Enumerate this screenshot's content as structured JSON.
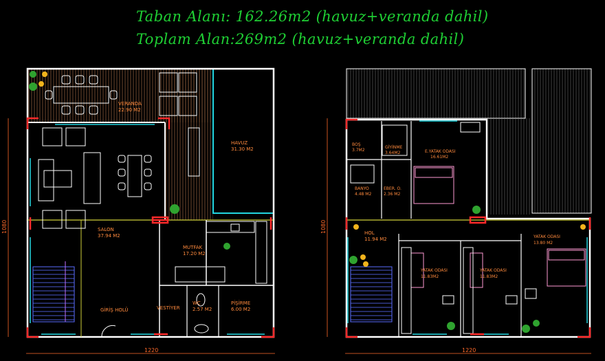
{
  "header": {
    "line1": "Taban Alanı: 162.26m2 (havuz+veranda dahil)",
    "line2": "Toplam Alan:269m2 (havuz+veranda dahil)"
  },
  "ground_floor": {
    "rooms": [
      {
        "name": "VERANDA",
        "area": "22.90 M2"
      },
      {
        "name": "HAVUZ",
        "area": "31.30 M2"
      },
      {
        "name": "SALON",
        "area": "37.94 M2"
      },
      {
        "name": "MUTFAK",
        "area": "17.20 M2"
      },
      {
        "name": "GİRİŞ HOLÜ",
        "area": ""
      },
      {
        "name": "VESTİYER",
        "area": ""
      },
      {
        "name": "WC",
        "area": "2.57 M2"
      },
      {
        "name": "PİŞİRME",
        "area": "6.00 M2"
      }
    ],
    "dim_width": "1220",
    "dim_height": "1080"
  },
  "upper_floor": {
    "rooms": [
      {
        "name": "BOŞ",
        "area": "3.7M2"
      },
      {
        "name": "GİYİNME",
        "area": "3.64M2"
      },
      {
        "name": "E.YATAK ODASI",
        "area": "16.61M2"
      },
      {
        "name": "BANYO",
        "area": "4.48 M2"
      },
      {
        "name": "EBER. O.",
        "area": "2.36 M2"
      },
      {
        "name": "HOL",
        "area": "11.94 M2"
      },
      {
        "name": "YATAK ODASI",
        "area": "11.83M2"
      },
      {
        "name": "YATAK ODASI",
        "area": "11.83M2"
      },
      {
        "name": "YATAK ODASI",
        "area": "13.80 M2"
      }
    ],
    "dim_width": "1220",
    "dim_height": "1080"
  }
}
